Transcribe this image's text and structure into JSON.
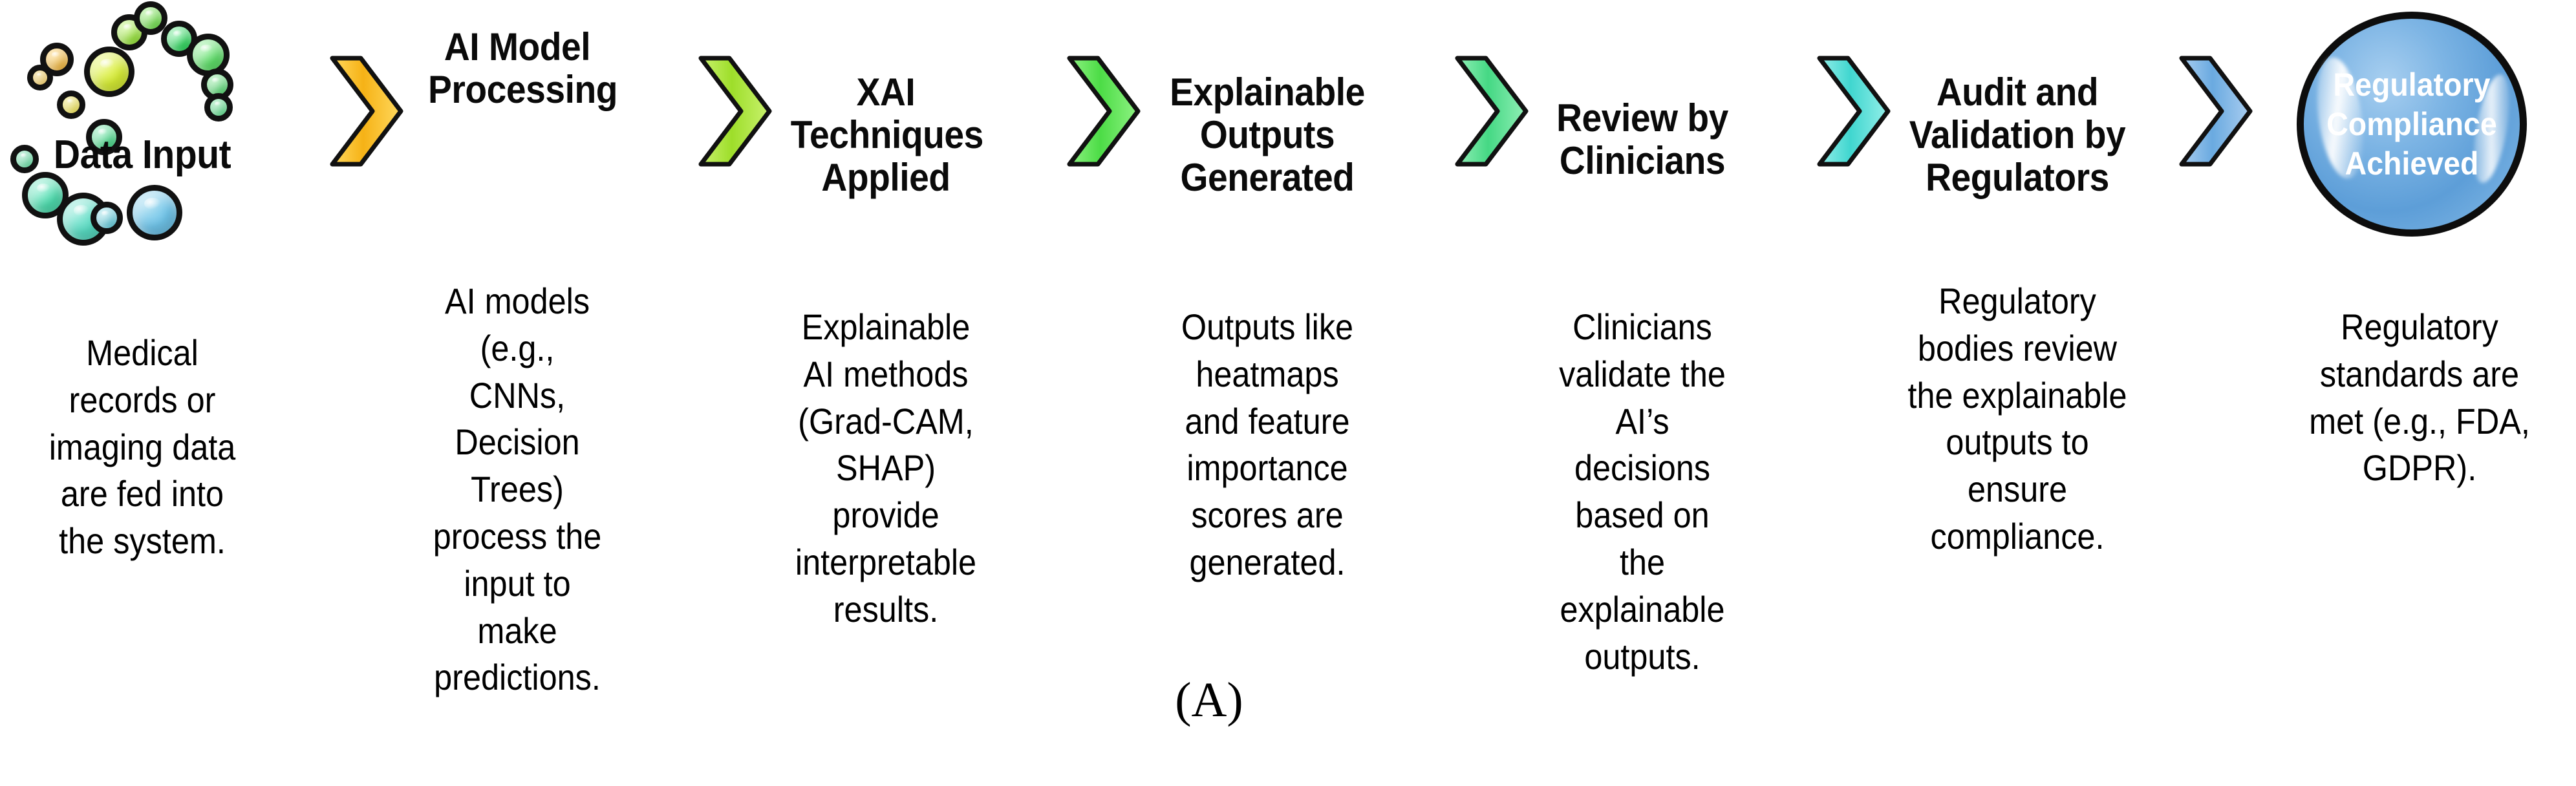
{
  "figure": {
    "caption": "(A)"
  },
  "stages": [
    {
      "id": "data-input",
      "title": "Data Input",
      "description": "Medical records or imaging data are fed into the system.",
      "graphic": "bubble-ring",
      "graphic_label": "Data Input"
    },
    {
      "id": "ai-model-processing",
      "title": "AI Model Processing",
      "description": "AI models (e.g., CNNs, Decision Trees) process the input to make predictions."
    },
    {
      "id": "xai-techniques-applied",
      "title": "XAI Techniques Applied",
      "description": "Explainable AI methods (Grad-CAM, SHAP) provide interpretable results."
    },
    {
      "id": "explainable-outputs-generated",
      "title": "Explainable Outputs Generated",
      "description": "Outputs like heatmaps and feature importance scores are generated."
    },
    {
      "id": "review-by-clinicians",
      "title": "Review by Clinicians",
      "description": "Clinicians validate the AI’s decisions based on the explainable outputs."
    },
    {
      "id": "audit-and-validation-by-regulators",
      "title": "Audit and Validation by Regulators",
      "description": "Regulatory bodies review the explainable outputs to ensure compliance."
    },
    {
      "id": "regulatory-compliance-achieved",
      "title": "Regulatory Compliance Achieved",
      "description": "Regulatory standards are met (e.g., FDA, GDPR).",
      "graphic": "blue-sphere",
      "graphic_label": "Regulatory Compliance Achieved"
    }
  ],
  "connectors": [
    {
      "id": "connector-1",
      "from": "data-input",
      "to": "ai-model-processing",
      "color": "#f6b216",
      "color_light": "#ffd95e"
    },
    {
      "id": "connector-2",
      "from": "ai-model-processing",
      "to": "xai-techniques-applied",
      "color": "#9ede2a",
      "color_light": "#c9f26e"
    },
    {
      "id": "connector-3",
      "from": "xai-techniques-applied",
      "to": "explainable-outputs-generated",
      "color": "#4cdc46",
      "color_light": "#8ff383"
    },
    {
      "id": "connector-4",
      "from": "explainable-outputs-generated",
      "to": "review-by-clinicians",
      "color": "#45d884",
      "color_light": "#91efb6"
    },
    {
      "id": "connector-5",
      "from": "review-by-clinicians",
      "to": "audit-and-validation-by-regulators",
      "color": "#40d6cf",
      "color_light": "#94efe9"
    },
    {
      "id": "connector-6",
      "from": "audit-and-validation-by-regulators",
      "to": "regulatory-compliance-achieved",
      "color": "#6aaae0",
      "color_light": "#a9cdf0"
    }
  ],
  "bubble_ring": {
    "outline": "#111111",
    "bubbles": [
      {
        "color": "#f7c73f",
        "light": "#ffe58a"
      },
      {
        "color": "#f5b83a",
        "light": "#ffd97c"
      },
      {
        "color": "#f0e23c",
        "light": "#faf189"
      },
      {
        "color": "#d6ec35",
        "light": "#ecf78a"
      },
      {
        "color": "#9ae83c",
        "light": "#caf58c"
      },
      {
        "color": "#6fe34a",
        "light": "#adf294"
      },
      {
        "color": "#2ed95e",
        "light": "#86efa6"
      },
      {
        "color": "#5fe06a",
        "light": "#a3f0a9"
      },
      {
        "color": "#55dd72",
        "light": "#9eefab"
      },
      {
        "color": "#48db7e",
        "light": "#96eeb4"
      },
      {
        "color": "#4cdc8d",
        "light": "#98eec2"
      },
      {
        "color": "#52dd9a",
        "light": "#9defcb"
      },
      {
        "color": "#4fdcae",
        "light": "#9cefd7"
      },
      {
        "color": "#57d9c0",
        "light": "#a2eee0"
      },
      {
        "color": "#62cfe0",
        "light": "#aae8ef"
      },
      {
        "color": "#6fc3e8",
        "light": "#b2e2f3"
      }
    ]
  },
  "sphere": {
    "fill": "#6ba8dd",
    "fill_light": "#a8cff0",
    "outline": "#0d0d0d",
    "text_color": "#ffffff"
  }
}
